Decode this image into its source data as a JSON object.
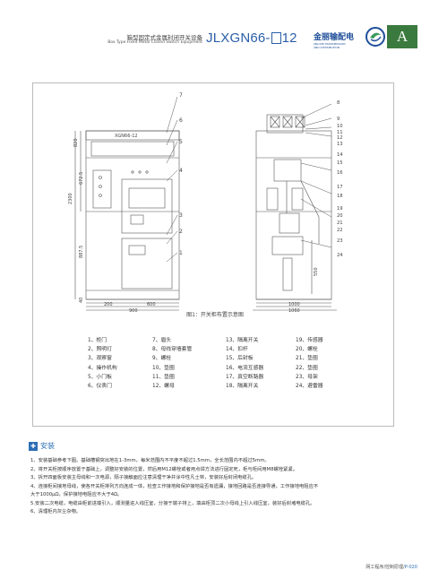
{
  "header": {
    "title_cn": "箱型固定式金属封闭开关设备",
    "title_en": "Box Type Fixed Metal Closed Switch Equipment",
    "model_prefix": "JLXGN66-",
    "model_suffix": "12",
    "brand_cn": "金丽输配电",
    "brand_en_1": "JINLIXIN TRANSMISSION",
    "brand_en_2": "AND DISTRIBUTION",
    "tab_letter": "A",
    "accent_color": "#3b7a3e",
    "model_color": "#2a5ea8"
  },
  "drawing": {
    "front_label": "XGN66-12",
    "dims_vertical": [
      "820",
      "672.5",
      "2300",
      "887.5",
      "40"
    ],
    "dims_horizontal": [
      "200",
      "600",
      "900",
      "1000",
      "1060"
    ],
    "side_dim": "550",
    "callouts": [
      "7",
      "6",
      "5",
      "4",
      "3",
      "2",
      "1",
      "8",
      "9",
      "10",
      "11",
      "12",
      "13",
      "14",
      "15",
      "16",
      "17",
      "18",
      "19",
      "20",
      "21",
      "22",
      "23",
      "24"
    ]
  },
  "caption": "图1：开关柜布置示意图",
  "legend": {
    "col1": [
      "1、柜门",
      "2、照明灯",
      "3、观察窗",
      "4、操作机构",
      "5、小门板",
      "6、仪表门"
    ],
    "col2": [
      "7、眉头",
      "8、母线穿墙套管",
      "9、螺栓",
      "10、垫圈",
      "11、垫圈",
      "12、螺母"
    ],
    "col3": [
      "13、隔离开关",
      "14、扣杆",
      "15、后封板",
      "16、电流互感器",
      "17、真空断路器",
      "18、隔离开关"
    ],
    "col4": [
      "19、传感器",
      "20、螺栓",
      "21、垫圈",
      "22、垫圈",
      "23、母架",
      "24、避雷器"
    ]
  },
  "install": {
    "title": "安装",
    "steps": [
      "1、安装基础参考下图。基础槽钢突出地在1-3mm，每米范围内不平度不超过1.5mm，全长范围内不超过5mm。",
      "2、将开关柜按顺序放置于基础上，调整好安装的位置，然后用M12螺栓或者用点焊方法进行固定死，柜与柜间用M8螺栓紧紧。",
      "3、拆开四面板安装主母线和一次电源，隔子接触面应注意清理干净并涂中性凡士林，安装好后封闭电缆孔。",
      "4、连接柜间接地母线，使各开关柜排列方向连成一体，检查工作接地和保护接地是否有遗漏，接地回路是否连接导通，工作接地电阻应不",
      "大于1000μΩ，保护接地电阻应不大于4Ω。",
      "5.安装二次电缆，电缆由柜前进端引入，顺测量进入线压室，分接于端子排上，填由柜顶二次小母线上引入线压室，装好后封堵电缆孔。",
      "6、清理柜内灰尘杂物。"
    ]
  },
  "footer": {
    "text": "网工程序/控制原理/",
    "page": "P-020"
  }
}
